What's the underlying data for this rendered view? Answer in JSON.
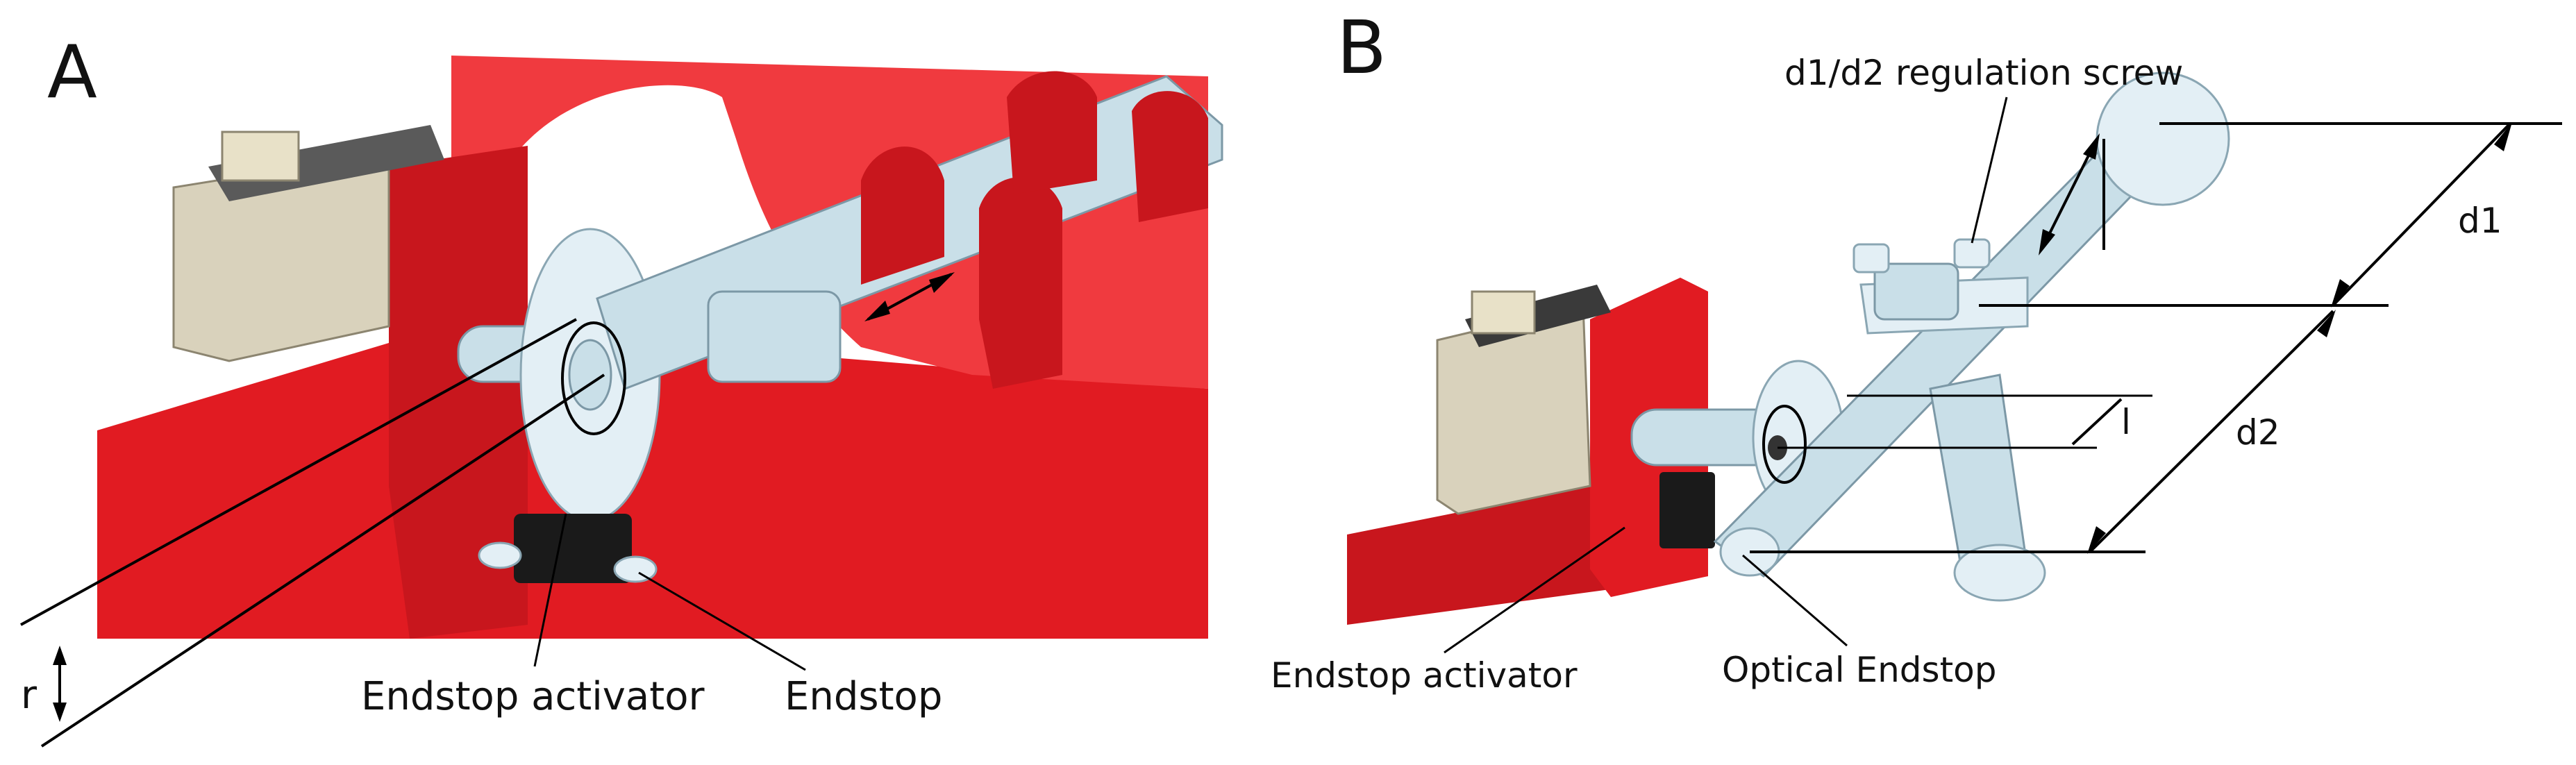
{
  "panel_a": {
    "letter": "A",
    "labels": {
      "endstop_activator": "Endstop activator",
      "endstop": "Endstop",
      "radius": "r"
    }
  },
  "panel_b": {
    "letter": "B",
    "labels": {
      "regulation_screw": "d1/d2 regulation screw",
      "d1": "d1",
      "d2": "d2",
      "l": "l",
      "endstop_activator": "Endstop activator",
      "optical_endstop": "Optical Endstop"
    }
  },
  "colors": {
    "red": "#e11b22",
    "steel": "#c9dfe8",
    "black": "#1a1a1a"
  }
}
